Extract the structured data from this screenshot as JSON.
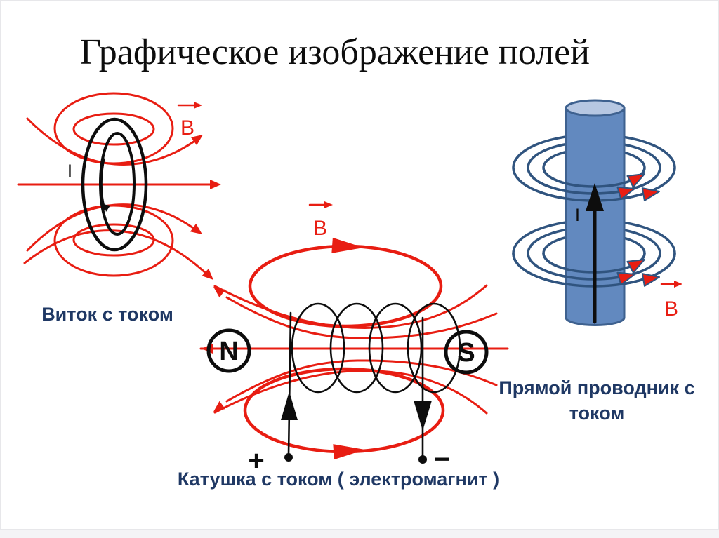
{
  "slide": {
    "title": "Графическое изображение полей",
    "colors": {
      "field_red": "#e81d12",
      "caption_blue": "#1f3864",
      "ring_blue": "#30547f",
      "cylinder_fill": "#6289bf",
      "cylinder_stroke": "#3e618f",
      "cylinder_top": "#b6c7e2",
      "ink": "#0d0d0d"
    },
    "loop": {
      "caption": "Виток с током",
      "current_label": "I",
      "field_label": "B"
    },
    "coil": {
      "caption": "Катушка с током ( электромагнит )",
      "field_label": "B",
      "north_label": "N",
      "south_label": "S",
      "plus_label": "+",
      "minus_label": "−"
    },
    "conductor": {
      "caption_line1": "Прямой проводник с",
      "caption_line2": "током",
      "current_label": "I",
      "field_label": "B"
    }
  }
}
